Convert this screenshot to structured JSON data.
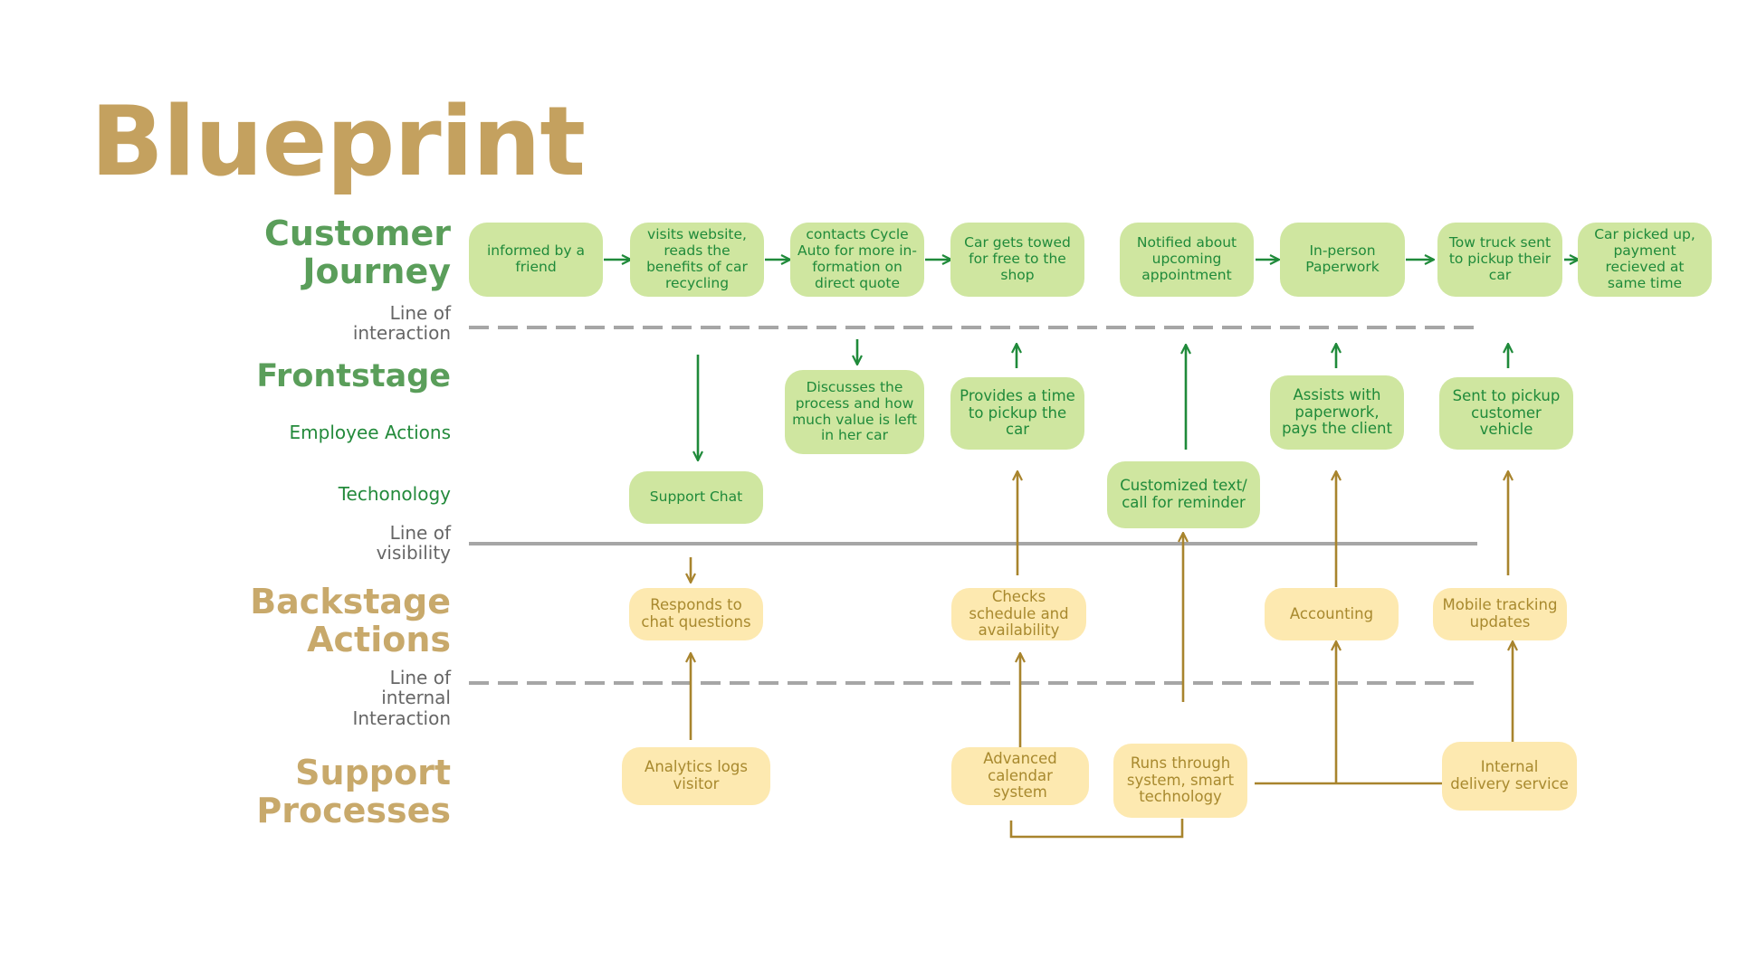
{
  "title": "Blueprint",
  "lanes": {
    "customer_journey": [
      "Customer",
      "Journey"
    ],
    "line_of_interaction": [
      "Line of",
      "interaction"
    ],
    "frontstage": "Frontstage",
    "employee_actions": "Employee Actions",
    "technology": "Techonology",
    "line_of_visibility": [
      "Line of",
      "visibility"
    ],
    "backstage_actions": [
      "Backstage",
      "Actions"
    ],
    "line_of_internal_interaction": [
      "Line of",
      "internal",
      "Interaction"
    ],
    "support_processes": [
      "Support",
      "Processes"
    ]
  },
  "customer_journey": [
    "informed by a friend",
    "visits website, reads the benefits of car recycling",
    "contacts Cycle Auto for more in-formation on direct quote",
    "Car gets towed for free to the shop",
    "Notified about upcoming appointment",
    "In-person Paperwork",
    "Tow truck sent to pickup their car",
    "Car picked up, payment recieved at same time"
  ],
  "frontstage": [
    "Discusses the process and how much value is left in her car",
    "Provides a time to pickup the car",
    "Assists with paperwork, pays the client",
    "Sent to pickup customer vehicle"
  ],
  "technology": [
    "Support Chat",
    "Customized text/ call for reminder"
  ],
  "backstage": [
    "Responds to chat questions",
    "Checks schedule and availability",
    "Accounting",
    "Mobile tracking updates"
  ],
  "support": [
    "Analytics logs visitor",
    "Advanced calendar system",
    "Runs through system, smart technology",
    "Internal delivery service"
  ],
  "colors": {
    "title": "#c4a15f",
    "green_lane": "#5a9e5a",
    "green_text": "#1f8a3a",
    "green_box": "#cfe6a0",
    "gold_lane": "#c8a96b",
    "gold_text": "#a8892e",
    "gold_box": "#fde9b0",
    "line_gray": "#a6a6a6"
  }
}
